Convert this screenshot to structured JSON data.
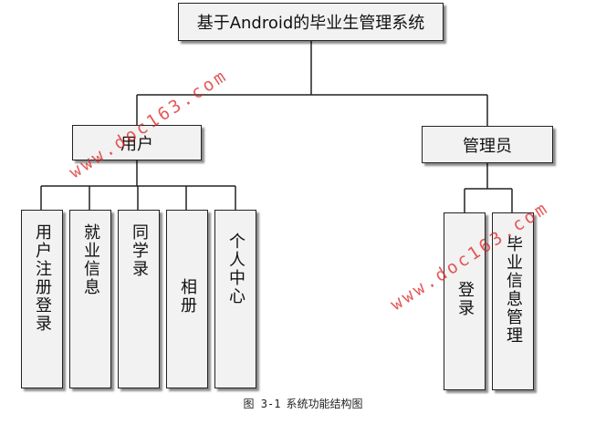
{
  "title": "基于Android的毕业生管理系统",
  "branches": [
    {
      "label": "用户",
      "children": [
        "用户注册登录",
        "就业信息",
        "同学录",
        "相册",
        "个人中心"
      ]
    },
    {
      "label": "管理员",
      "children": [
        "登录",
        "毕业信息管理"
      ]
    }
  ],
  "caption": {
    "figure_label": "图 3-1",
    "text": "系统功能结构图"
  },
  "watermark": "www.doc163.com",
  "colors": {
    "box_fill": "#f2f2f2",
    "line": "#222222",
    "watermark": "#dd2222"
  }
}
